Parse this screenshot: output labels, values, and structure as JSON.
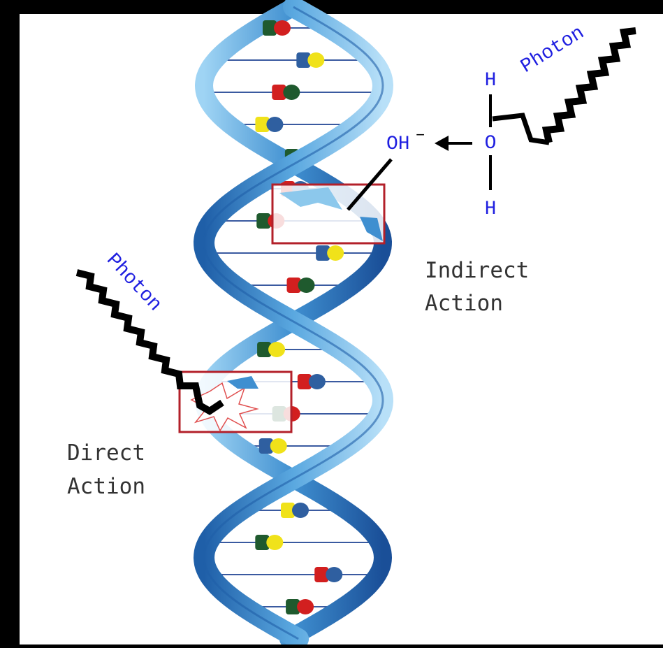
{
  "labels": {
    "photon_top": "Photon",
    "photon_left": "Photon",
    "indirect_line1": "Indirect",
    "indirect_line2": "Action",
    "direct_line1": "Direct",
    "direct_line2": "Action"
  },
  "molecule": {
    "h_top": "H",
    "o": "O",
    "h_bottom": "H",
    "hydroxide": "OH",
    "charge": "−"
  },
  "colors": {
    "background_frame": "#000000",
    "panel": "#ffffff",
    "helix_light": "#8cc8ec",
    "helix_mid": "#3f8fd0",
    "helix_dark": "#1f5fa8",
    "highlight_box": "#b3202a",
    "chem_text": "#1f1fe0",
    "label_text": "#333333",
    "base_red": "#d21f1f",
    "base_yellow": "#f0e21a",
    "base_green": "#1f5a2e",
    "base_blue": "#2f5fa0"
  }
}
